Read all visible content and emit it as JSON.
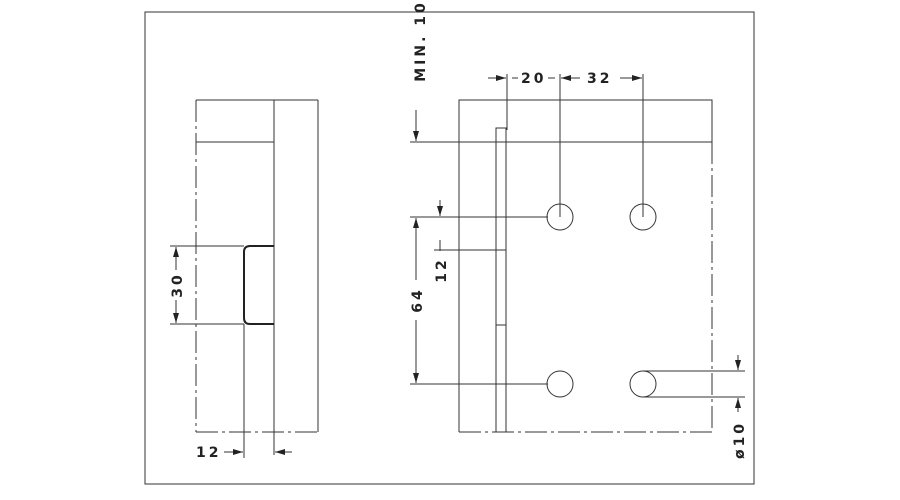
{
  "drawing": {
    "left_view": {
      "slot_height": "30",
      "slot_depth": "12"
    },
    "right_view": {
      "min_distance": "MIN. 10",
      "edge_offset": "20",
      "hole_spacing_horizontal": "32",
      "hole_spacing_vertical": "64",
      "plate_offset": "12",
      "hole_diameter": "ø10"
    },
    "colors": {
      "line": "#333333",
      "background": "#ffffff"
    }
  }
}
